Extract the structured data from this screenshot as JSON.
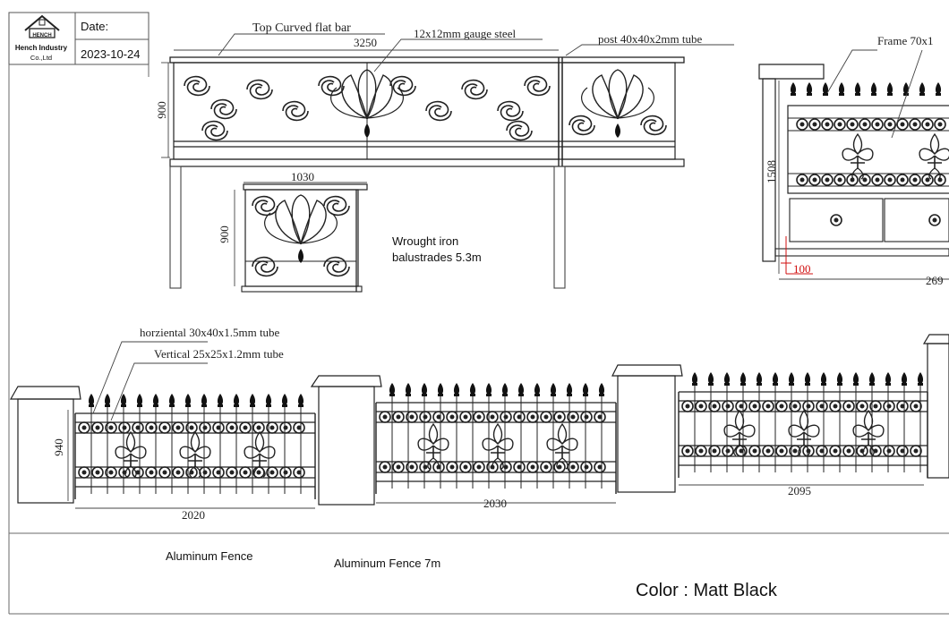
{
  "title_block": {
    "company_line1": "HENCH",
    "company_line2": "Hench Industry",
    "company_line3": "Co.,Ltd",
    "date_label": "Date:",
    "date_value": "2023-10-24"
  },
  "balustrade": {
    "top_callout": "Top Curved flat bar",
    "length": "3250",
    "steel_callout": "12x12mm gauge steel",
    "post_callout": "post  40x40x2mm tube",
    "height": "900",
    "detail_width": "1030",
    "detail_height": "900",
    "caption_line1": "Wrought iron",
    "caption_line2": "balustrades 5.3m"
  },
  "gate": {
    "frame_callout": "Frame 70x1",
    "height": "1508",
    "offset": "100",
    "width_partial": "269"
  },
  "fence": {
    "horizontal_callout": "horziental  30x40x1.5mm tube",
    "vertical_callout": "Vertical  25x25x1.2mm tube",
    "height": "940",
    "width1": "2020",
    "width2": "2030",
    "width3": "2095",
    "label1": "Aluminum Fence",
    "label2": "Aluminum Fence  7m",
    "color_note": "Color : Matt Black"
  },
  "colors": {
    "line": "#222222",
    "dimension_red": "#d01010",
    "frame": "#6a6a6a"
  }
}
